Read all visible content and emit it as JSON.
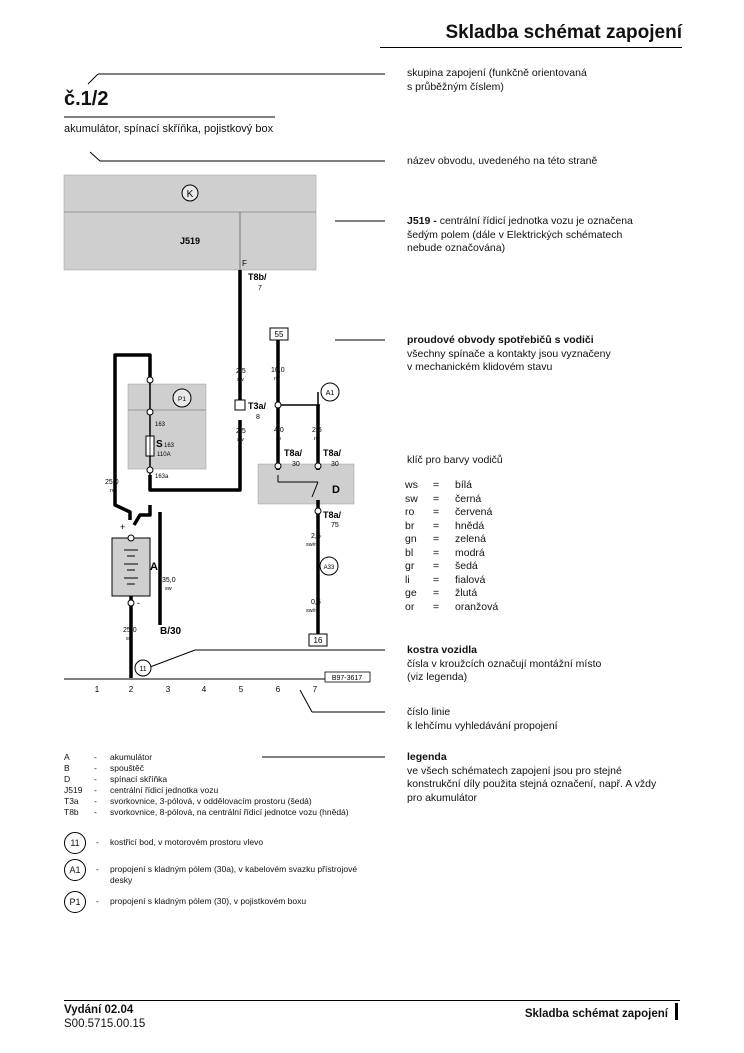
{
  "header": {
    "title": "Skladba schémat zapojení"
  },
  "circuit": {
    "number": "č.1/2",
    "name": "akumulátor, spínací skříňka, pojistkový box"
  },
  "annotations": {
    "group_line1": "skupina zapojení (funkčně orientovaná",
    "group_line2": "s průběžným číslem)",
    "circuit_name": "název obvodu, uvedeného na této straně",
    "j519_bold": "J519 -",
    "j519_line1": " centrální řídicí jednotka vozu je označena",
    "j519_line2": "šedým polem (dále v Elektrických schématech",
    "j519_line3": "nebude označována)",
    "current_bold": "proudové obvody spotřebičů s vodiči",
    "current_line2": "všechny spínače a kontakty jsou vyznačeny",
    "current_line3": "v mechanickém klidovém stavu",
    "colors_title": "klíč pro barvy vodičů",
    "ground_bold": "kostra vozidla",
    "ground_line2": "čísla v kroužcích označují montážní místo",
    "ground_line3": "(viz legenda)",
    "line_number1": "číslo linie",
    "line_number2": "k lehčímu vyhledávání propojení",
    "legend_bold": "legenda",
    "legend_line2": "ve všech schématech zapojení jsou pro stejné",
    "legend_line3": "konstrukční díly použita stejná označení, např. A vždy",
    "legend_line4": "pro akumulátor"
  },
  "color_key": [
    {
      "code": "ws",
      "eq": "=",
      "name": "bílá"
    },
    {
      "code": "sw",
      "eq": "=",
      "name": "černá"
    },
    {
      "code": "ro",
      "eq": "=",
      "name": "červená"
    },
    {
      "code": "br",
      "eq": "=",
      "name": "hnědá"
    },
    {
      "code": "gn",
      "eq": "=",
      "name": "zelená"
    },
    {
      "code": "bl",
      "eq": "=",
      "name": "modrá"
    },
    {
      "code": "gr",
      "eq": "=",
      "name": "šedá"
    },
    {
      "code": "li",
      "eq": "=",
      "name": "fialová"
    },
    {
      "code": "ge",
      "eq": "=",
      "name": "žlutá"
    },
    {
      "code": "or",
      "eq": "=",
      "name": "oranžová"
    }
  ],
  "legend": [
    {
      "code": "A",
      "text": "akumulátor"
    },
    {
      "code": "B",
      "text": "spouštěč"
    },
    {
      "code": "D",
      "text": "spínací skříňka"
    },
    {
      "code": "J519",
      "text": "centrální řídicí jednotka vozu"
    },
    {
      "code": "T3a",
      "text": "svorkovnice, 3-pólová, v oddělovacím prostoru (šedá)"
    },
    {
      "code": "T8b",
      "text": "svorkovnice, 8-pólová, na centrální řídicí jednotce vozu (hnědá)"
    }
  ],
  "legend_circles": [
    {
      "code": "11",
      "line1": "kostřicí bod, v motorovém prostoru vlevo",
      "line2": ""
    },
    {
      "code": "A1",
      "line1": "propojení s kladným pólem (30a), v kabelovém svazku přístrojové",
      "line2": "desky"
    },
    {
      "code": "P1",
      "line1": "propojení s kladným pólem (30), v pojistkovém boxu",
      "line2": ""
    }
  ],
  "diagram": {
    "k_symbol": "K",
    "j519": "J519",
    "pin_f": "F",
    "t8b_label": "T8b/",
    "t8b_pin": "7",
    "box55": "55",
    "box16": "16",
    "p1": "P1",
    "a1": "A1",
    "a33": "A33",
    "wire_25sw_1": "2,5",
    "wire_25sw_1c": "sw",
    "t3a_label": "T3a/",
    "t3a_pin": "8",
    "wire_25sw_2": "2,5",
    "wire_25sw_2c": "sw",
    "wire_100ro": "10,0",
    "wire_100ro_c": "ro",
    "wire_40ro": "4,0",
    "wire_40ro_c": "ro",
    "wire_25ro": "2,5",
    "wire_25ro_c": "ro",
    "t8a30_1": "T8a/",
    "t8a30_1p": "30",
    "t8a30_2": "T8a/",
    "t8a30_2p": "30",
    "d_label": "D",
    "t8a75": "T8a/",
    "t8a75p": "75",
    "wire_25swro": "2,5",
    "wire_25swro_c": "sw/ro",
    "wire_05swro": "0,5",
    "wire_05swro_c": "sw/ro",
    "fuse_163": "163",
    "fuse_s": "S",
    "fuse_s_sub": "163",
    "fuse_amp": "110A",
    "fuse_163a": "163a",
    "wire_250ro": "25,0",
    "wire_250ro_c": "ro",
    "batt_plus": "+",
    "batt_minus": "-",
    "batt_a": "A",
    "wire_350sw": "35,0",
    "wire_350sw_c": "sw",
    "wire_250sw": "25,0",
    "wire_250sw_c": "sw",
    "starter": "B/30",
    "ground11": "11",
    "ref_code": "B97-3617",
    "lines": [
      "1",
      "2",
      "3",
      "4",
      "5",
      "6",
      "7"
    ]
  },
  "footer": {
    "edition": "Vydání 02.04",
    "doc_number": "S00.5715.00.15",
    "right_title": "Skladba schémat zapojení"
  }
}
